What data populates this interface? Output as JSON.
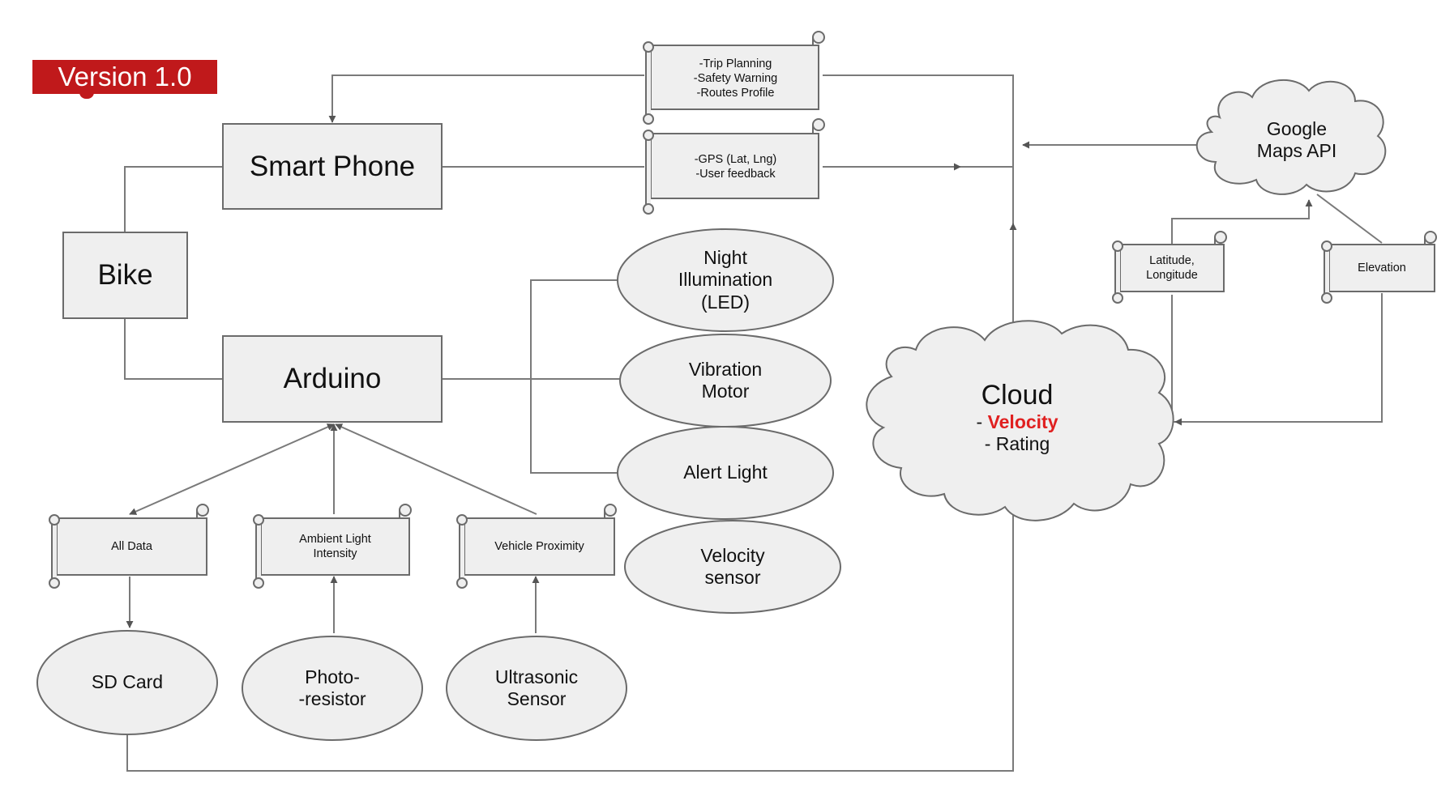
{
  "badge": {
    "label": "Version 1.0",
    "color": "#c0191b"
  },
  "boxes": {
    "smart_phone": "Smart Phone",
    "bike": "Bike",
    "arduino": "Arduino"
  },
  "scrolls": {
    "phone_out": [
      "-Trip Planning",
      "-Safety Warning",
      "-Routes Profile"
    ],
    "phone_in": [
      "-GPS (Lat, Lng)",
      "-User feedback"
    ],
    "all_data": "All Data",
    "ambient": [
      "Ambient Light",
      "Intensity"
    ],
    "vehicle": "Vehicle Proximity",
    "latlng": [
      "Latitude,",
      "Longitude"
    ],
    "elevation": "Elevation"
  },
  "ovals": {
    "night": [
      "Night",
      "Illumination",
      "(LED)"
    ],
    "vibration": [
      "Vibration",
      "Motor"
    ],
    "alert": "Alert Light",
    "velocity_sensor": [
      "Velocity",
      "sensor"
    ],
    "sd_card": "SD Card",
    "photo": [
      "Photo-",
      "-resistor"
    ],
    "ultrasonic": [
      "Ultrasonic",
      "Sensor"
    ]
  },
  "clouds": {
    "google": [
      "Google",
      "Maps API"
    ],
    "cloud": {
      "title": "Cloud",
      "item_prefix": "- ",
      "item_velocity": "Velocity",
      "item_rating": "- Rating"
    }
  },
  "colors": {
    "highlight": "#e02020",
    "fill": "#efefef",
    "stroke": "#6b6b6b"
  }
}
